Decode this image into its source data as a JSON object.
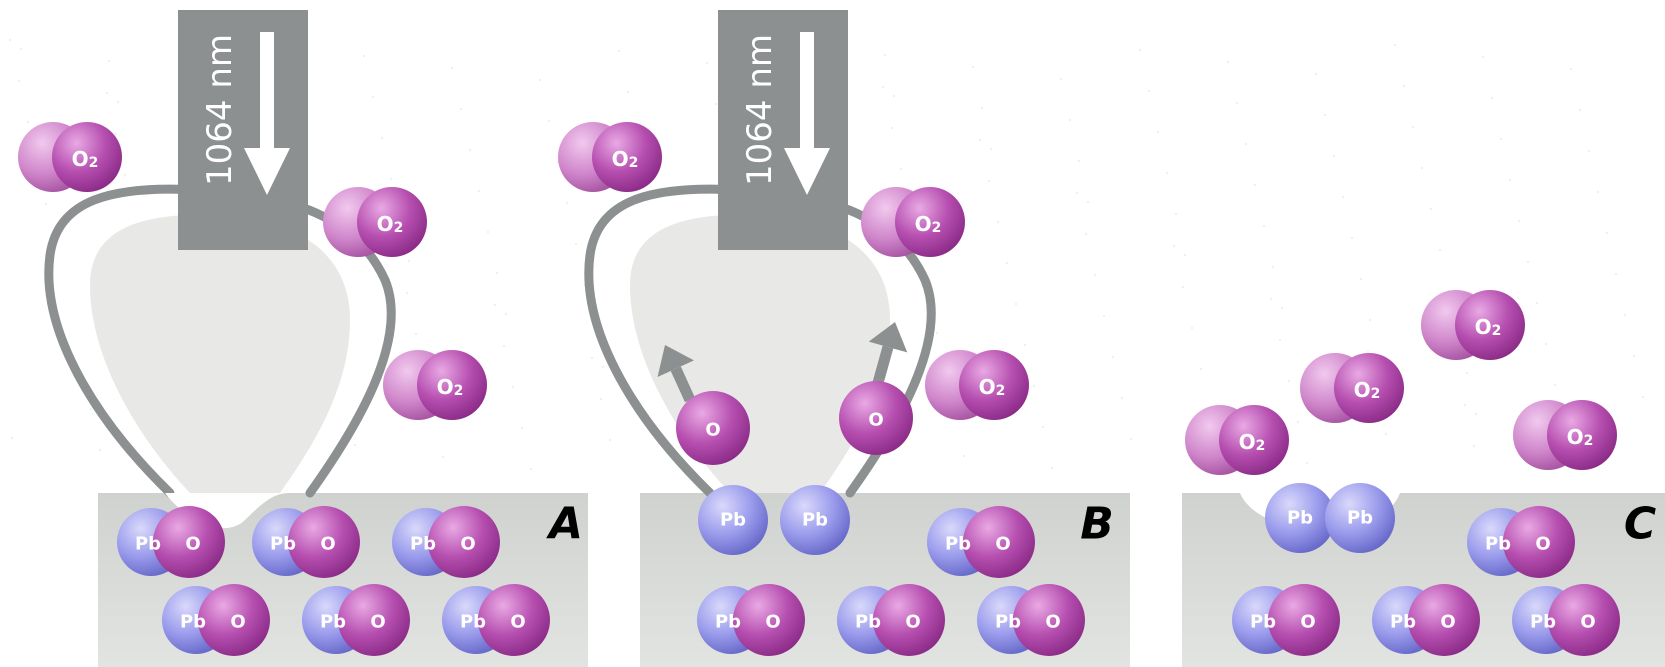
{
  "laser_label": "1064 nm",
  "panels": [
    {
      "label": "A"
    },
    {
      "label": "B"
    },
    {
      "label": "C"
    }
  ],
  "labels": {
    "o2": "O2",
    "pb": "Pb",
    "o": "O"
  },
  "colors": {
    "background": "#ffffff",
    "substrate": "#d4d7d4",
    "laser_beam": "#8c9090",
    "bubble_outline": "#8c9090",
    "bubble_fill": "#e8e9e6",
    "oxygen": "#b04aa8",
    "lead": "#8a8ce6",
    "label_text": "#000000"
  }
}
